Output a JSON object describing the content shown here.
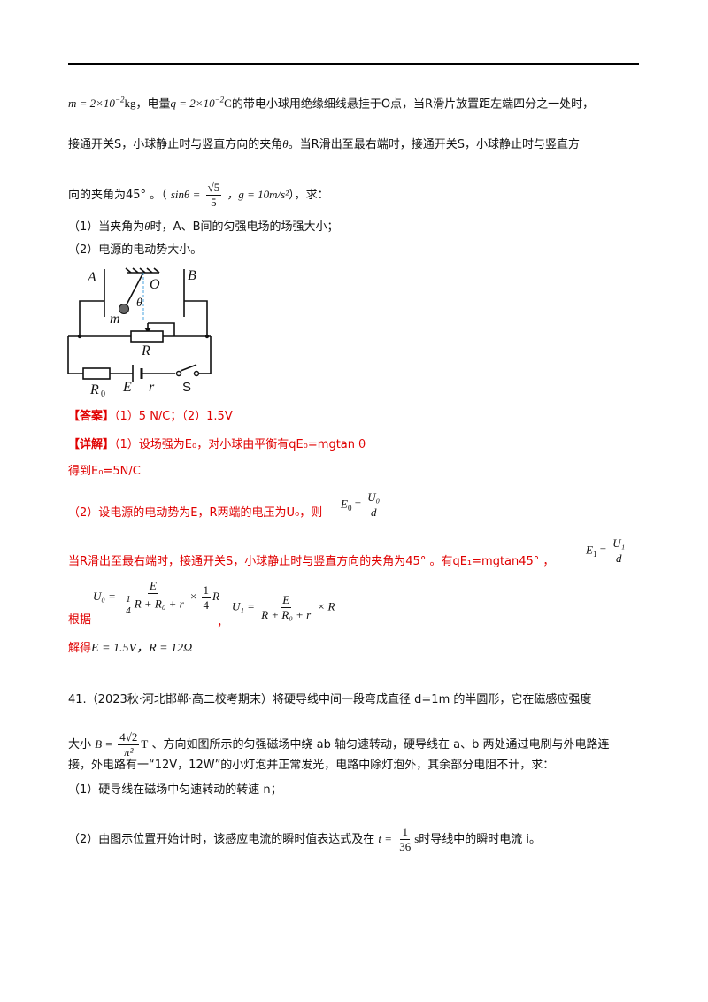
{
  "problem40": {
    "line1_m": "m = 2×10",
    "line1_m_exp": "−2",
    "line1_m_unit": "kg",
    "line1_t1": "，电量",
    "line1_q": "q = 2×10",
    "line1_q_exp": "−2",
    "line1_q_unit": "C",
    "line1_t2": "的带电小球用绝缘细线悬挂于O点，当R滑片放置距左端四分之一处时，",
    "line2_t1": "接通开关S，小球静止时与竖直方向的夹角",
    "line2_theta": "θ",
    "line2_t2": "。当R滑出至最右端时，接通开关S，小球静止时与竖直方",
    "line3_t1": "向的夹角为45°  。（",
    "line3_sin": "sinθ =",
    "line3_sqrt_num": "√5",
    "line3_den": "5",
    "line3_g": "，g = 10m/s²",
    "line3_t2": "），求：",
    "q1": "（1）当夹角为",
    "q1_theta": "θ",
    "q1_rest": "时，A、B间的匀强电场的场强大小；",
    "q2": "（2）电源的电动势大小。"
  },
  "circuit": {
    "label_A": "A",
    "label_B": "B",
    "label_O": "O",
    "label_theta": "θ",
    "label_m": "m",
    "label_R": "R",
    "label_R0": "R",
    "label_R0_sub": "0",
    "label_E": "E",
    "label_r": "r",
    "label_S": "S"
  },
  "answer": {
    "tag": "【答案】",
    "text": "（1）5 N/C；（2）1.5V"
  },
  "detail": {
    "tag": "【详解】",
    "l1": "（1）设场强为E₀，对小球由平衡有qE₀=mgtan θ",
    "l2": "得到E₀=5N/C",
    "l3": "（2）设电源的电动势为E，R两端的电压为U₀，则",
    "l3_eq_left": "E",
    "l3_eq_sub": "0",
    "l3_eq_num": "U₀",
    "l3_eq_den": "d",
    "l4": "当R滑出至最右端时，接通开关S，小球静止时与竖直方向的夹角为45°  。有qE₁=mgtan45°  ，",
    "l4_eq_left": "E",
    "l4_eq_sub": "1",
    "l4_eq_num": "U₁",
    "l4_eq_den": "d",
    "genju": "根据",
    "comma": "，",
    "u0_left": "U₀ =",
    "u0_num": "E",
    "u0_den_frac_num": "1",
    "u0_den_frac_den": "4",
    "u0_den_rest": "R + R₀ + r",
    "u0_times": "×",
    "u0_tail_num": "1",
    "u0_tail_den": "4",
    "u0_tail_R": "R",
    "u1_left": "U₁ =",
    "u1_num": "E",
    "u1_den": "R + R₀ + r",
    "u1_tail": "× R",
    "jiede": "解得",
    "result": "E = 1.5V，R = 12Ω"
  },
  "problem41": {
    "l1": "41.（2023秋·河北邯郸·高二校考期末）将硬导线中间一段弯成直径 d=1m 的半圆形，它在磁感应强度",
    "l2_pre": "大小",
    "l2_B": "B =",
    "l2_num": "4√2",
    "l2_den": "π²",
    "l2_unit": "T",
    "l2_post": "、方向如图所示的匀强磁场中绕 ab 轴匀速转动，硬导线在 a、b 两处通过电刷与外电路连",
    "l3": "接，外电路有一“12V，12W”的小灯泡并正常发光，电路中除灯泡外，其余部分电阻不计，求：",
    "q1": "（1）硬导线在磁场中匀速转动的转速 n；",
    "q2_pre": "（2）由图示位置开始计时，该感应电流的瞬时值表达式及在",
    "q2_t": "t =",
    "q2_num": "1",
    "q2_den": "36",
    "q2_unit": "s",
    "q2_post": "时导线中的瞬时电流 i。"
  }
}
